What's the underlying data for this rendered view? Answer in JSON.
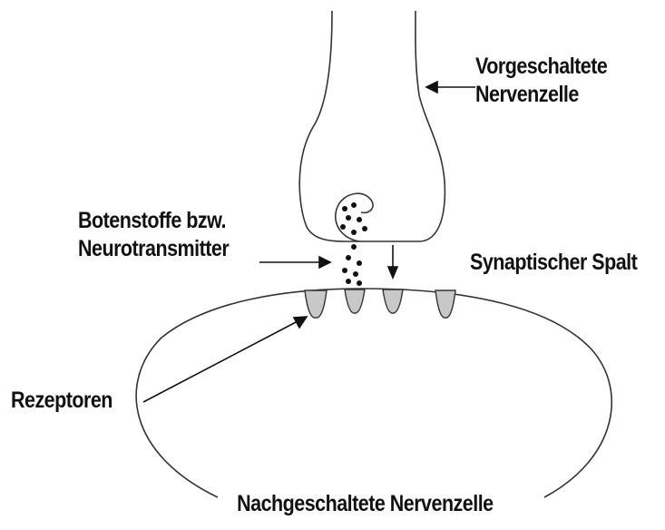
{
  "labels": {
    "pre_neuron": [
      "Vorgeschaltete",
      "Nervenzelle"
    ],
    "neurotransmitter": [
      "Botenstoffe bzw.",
      "Neurotransmitter"
    ],
    "synaptic_cleft": "Synaptischer Spalt",
    "receptors": "Rezeptoren",
    "post_neuron": "Nachgeschaltete Nervenzelle"
  },
  "colors": {
    "stroke": "#333333",
    "receptor_fill": "#c8c8c8",
    "vesicle_dot": "#111111"
  }
}
